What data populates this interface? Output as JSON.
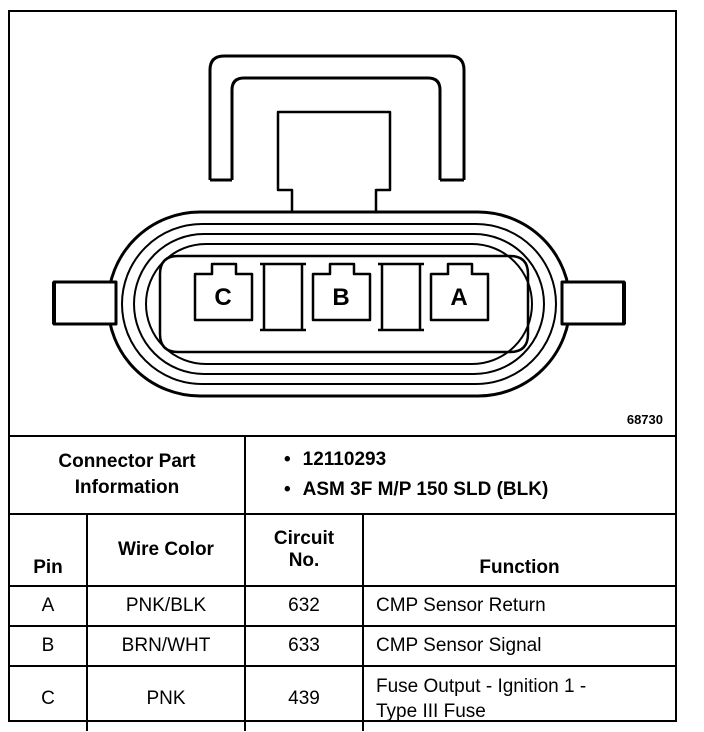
{
  "figure": {
    "id": "68730",
    "pins": [
      "C",
      "B",
      "A"
    ]
  },
  "connector_part_info": {
    "label_line1": "Connector Part",
    "label_line2": "Information",
    "items": [
      "12110293",
      "ASM 3F M/P 150 SLD (BLK)"
    ]
  },
  "table": {
    "headers": {
      "pin": "Pin",
      "wire_color": "Wire Color",
      "circuit_line1": "Circuit",
      "circuit_line2": "No.",
      "function": "Function"
    },
    "rows": [
      {
        "pin": "A",
        "wire_color": "PNK/BLK",
        "circuit": "632",
        "function_line1": "CMP Sensor Return",
        "function_line2": ""
      },
      {
        "pin": "B",
        "wire_color": "BRN/WHT",
        "circuit": "633",
        "function_line1": "CMP Sensor Signal",
        "function_line2": ""
      },
      {
        "pin": "C",
        "wire_color": "PNK",
        "circuit": "439",
        "function_line1": "Fuse Output - Ignition 1 -",
        "function_line2": "Type III Fuse"
      }
    ]
  }
}
